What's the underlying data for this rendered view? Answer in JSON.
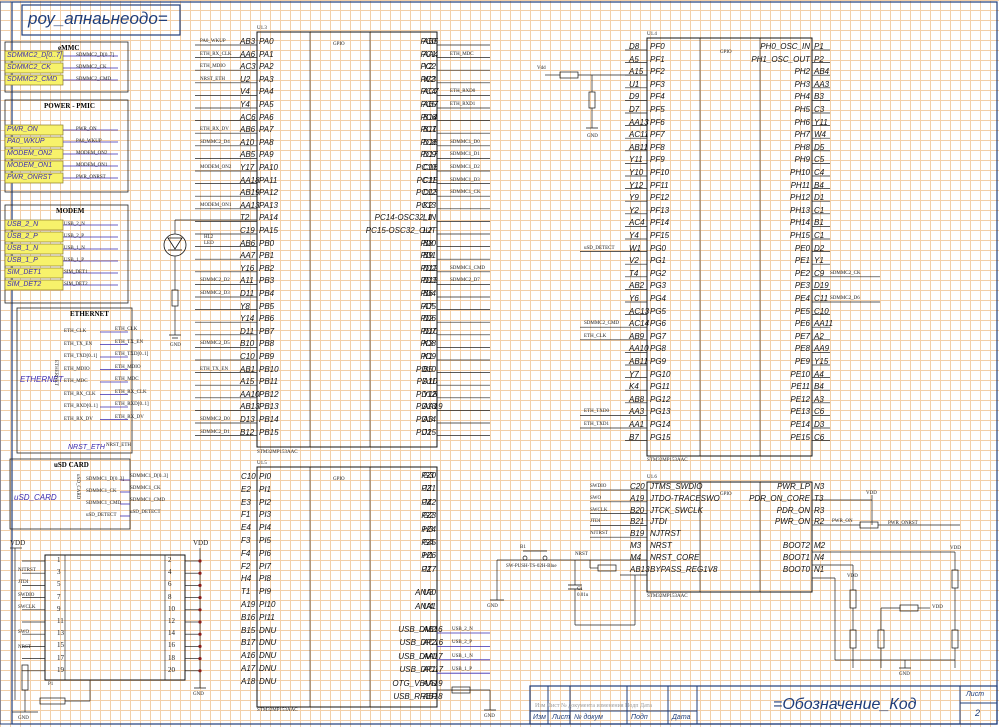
{
  "frame": {
    "top_stamp": "роу_апнаьнеодо=",
    "bottom_title": "=Обозначение_Код",
    "sheet_label": "Лист",
    "sheet_number": "2",
    "title_block_cols": [
      "Изм",
      "Лист",
      "№ докум",
      "Подп",
      "Дата"
    ],
    "title_block_faint": "Изм Лист № документа изменения Подп Дата"
  },
  "blocks": {
    "emmc": {
      "title": "eMMC",
      "ports": [
        "SDMMC2_D[0..7]",
        "SDMMC2_CK",
        "SDMMC2_CMD"
      ],
      "signals": [
        "SDMMC2_D[0..7]",
        "SDMMC2_CK",
        "SDMMC2_CMD"
      ]
    },
    "power": {
      "title": "POWER - PMIC",
      "ports": [
        "PWR_ON",
        "PA0_WKUP",
        "MODEM_ON2",
        "MODEM_ON1",
        "PWR_ONRST"
      ],
      "signals": [
        "PWR_ON",
        "PA0_WKUP",
        "MODEM_ON2",
        "MODEM_ON1",
        "PWR_ONRST"
      ]
    },
    "modem": {
      "title": "MODEM",
      "ports": [
        "USB_2_N",
        "USB_2_P",
        "USB_1_N",
        "USB_1_P",
        "SIM_DET1",
        "SIM_DET2"
      ],
      "signals": [
        "USB_2_N",
        "USB_2_P",
        "USB_1_N",
        "USB_1_P",
        "SIM_DET1",
        "SIM_DET2"
      ]
    },
    "ethernet": {
      "title": "ETHERNET",
      "port": "ETHERNET",
      "side": "ETHERNET",
      "inner": [
        "ETH_CLK",
        "ETH_TX_EN",
        "ETH_TXD[0..1]",
        "ETH_MDIO",
        "ETH_MDC",
        "ETH_RX_CLK",
        "ETH_RXD[0..1]",
        "ETH_RX_DV"
      ],
      "outer": [
        "ETH_CLK",
        "ETH_TX_EN",
        "ETH_TXD[0..1]",
        "ETH_MDIO",
        "ETH_MDC",
        "ETH_RX_CLK",
        "ETH_RXD[0..1]",
        "ETH_RX_DV"
      ],
      "nrst_port": "NRST_ETH",
      "nrst_signal": "NRST_ETH"
    },
    "usd": {
      "title": "uSD CARD",
      "port": "uSD_CARD",
      "side": "uSD_CARD",
      "inner": [
        "SDMMC1_D[0..3]",
        "SDMMC1_CK",
        "SDMMC1_CMD",
        "uSD_DETECT"
      ],
      "outer": [
        "SDMMC1_D[0..3]",
        "SDMMC1_CK",
        "SDMMC1_CMD",
        "uSD_DETECT"
      ]
    }
  },
  "u13": {
    "ref": "U1.3",
    "name": "GPIO",
    "part": "STM32MP153AAC",
    "left": [
      [
        "AB3",
        "PA0",
        "PA0_WKUP"
      ],
      [
        "AA6",
        "PA1",
        "ETH_RX_CLK"
      ],
      [
        "AC3",
        "PA2",
        "ETH_MDIO"
      ],
      [
        "U2",
        "PA3",
        "NRST_ETH"
      ],
      [
        "V4",
        "PA4",
        ""
      ],
      [
        "Y4",
        "PA5",
        ""
      ],
      [
        "AC6",
        "PA6",
        ""
      ],
      [
        "AB6",
        "PA7",
        "ETH_RX_DV"
      ],
      [
        "A10",
        "PA8",
        "SDMMC2_D4"
      ],
      [
        "AB5",
        "PA9",
        ""
      ],
      [
        "Y17",
        "PA10",
        "MODEM_ON2"
      ],
      [
        "AA18",
        "PA11",
        ""
      ],
      [
        "AB19",
        "PA12",
        ""
      ],
      [
        "AA13",
        "PA13",
        "MODEM_ON1"
      ],
      [
        "T2",
        "PA14",
        ""
      ],
      [
        "C19",
        "PA15",
        ""
      ],
      [
        "AB6",
        "PB0",
        ""
      ],
      [
        "AA7",
        "PB1",
        ""
      ],
      [
        "Y16",
        "PB2",
        ""
      ],
      [
        "A11",
        "PB3",
        "SDMMC2_D2"
      ],
      [
        "D11",
        "PB4",
        "SDMMC2_D3"
      ],
      [
        "Y8",
        "PB5",
        ""
      ],
      [
        "Y14",
        "PB6",
        ""
      ],
      [
        "D11",
        "PB7",
        ""
      ],
      [
        "B10",
        "PB8",
        "SDMMC2_D5"
      ],
      [
        "C10",
        "PB9",
        ""
      ],
      [
        "AB1",
        "PB10",
        "ETH_TX_EN"
      ],
      [
        "A15",
        "PB11",
        ""
      ],
      [
        "AA10",
        "PB12",
        ""
      ],
      [
        "AB13",
        "PB13",
        ""
      ],
      [
        "D13",
        "PB14",
        "SDMMC2_D0"
      ],
      [
        "B12",
        "PB15",
        "SDMMC2_D1"
      ]
    ],
    "right": [
      [
        "PC0",
        "AB5",
        ""
      ],
      [
        "PC1",
        "AA4",
        "ETH_MDC"
      ],
      [
        "PC2",
        "Y2",
        ""
      ],
      [
        "PC3",
        "W2",
        ""
      ],
      [
        "PC4",
        "AC7",
        "ETH_RXD0"
      ],
      [
        "PC5",
        "AB7",
        "ETH_RXD1"
      ],
      [
        "PC6",
        "B14",
        ""
      ],
      [
        "PC7",
        "B11",
        ""
      ],
      [
        "PC8",
        "D18",
        "SDMMC1_D0"
      ],
      [
        "PC9",
        "D17",
        "SDMMC1_D1"
      ],
      [
        "PC10",
        "C16",
        "SDMMC1_D2"
      ],
      [
        "PC11",
        "C15",
        "SDMMC1_D3"
      ],
      [
        "PC12",
        "D13",
        "SDMMC1_CK"
      ],
      [
        "PC13",
        "K2",
        ""
      ],
      [
        "PC14-OSC32_IN",
        "L1",
        ""
      ],
      [
        "PC15-OSC32_OUT",
        "L2",
        ""
      ],
      [
        "PD0",
        "B8",
        ""
      ],
      [
        "PD1",
        "B9",
        ""
      ],
      [
        "PD2",
        "D12",
        "SDMMC1_CMD"
      ],
      [
        "PD3",
        "D13",
        "SDMMC2_D7"
      ],
      [
        "PD4",
        "B6",
        ""
      ],
      [
        "PD5",
        "A7",
        ""
      ],
      [
        "PD6",
        "D2",
        ""
      ],
      [
        "PD7",
        "D10",
        ""
      ],
      [
        "PD8",
        "K3",
        ""
      ],
      [
        "PD9",
        "K1",
        ""
      ],
      [
        "PD10",
        "B5",
        ""
      ],
      [
        "PD11",
        "A10",
        ""
      ],
      [
        "PD12",
        "Y18",
        ""
      ],
      [
        "PD13",
        "AA19",
        ""
      ],
      [
        "PD14",
        "A3",
        ""
      ],
      [
        "PD15",
        "J2",
        ""
      ]
    ]
  },
  "u15": {
    "ref": "U1.5",
    "name": "GPIO",
    "part": "STM32MP153AAC",
    "left": [
      [
        "C10",
        "PI0"
      ],
      [
        "E2",
        "PI1"
      ],
      [
        "E3",
        "PI2"
      ],
      [
        "F1",
        "PI3"
      ],
      [
        "E4",
        "PI4"
      ],
      [
        "F3",
        "PI5"
      ],
      [
        "F4",
        "PI6"
      ],
      [
        "F2",
        "PI7"
      ],
      [
        "H4",
        "PI8"
      ],
      [
        "T1",
        "PI9"
      ],
      [
        "A19",
        "PI10"
      ],
      [
        "B16",
        "PI11"
      ],
      [
        "B15",
        "DNU"
      ],
      [
        "B17",
        "DNU"
      ],
      [
        "A16",
        "DNU"
      ],
      [
        "A17",
        "DNU"
      ],
      [
        "A18",
        "DNU"
      ]
    ],
    "right": [
      [
        "PZ0",
        "G3",
        ""
      ],
      [
        "PZ1",
        "J3",
        ""
      ],
      [
        "PZ2",
        "J4",
        ""
      ],
      [
        "PZ3",
        "G2",
        ""
      ],
      [
        "PZ4",
        "H3",
        ""
      ],
      [
        "PZ5",
        "G4",
        ""
      ],
      [
        "PZ6",
        "H1",
        ""
      ],
      [
        "PZ7",
        "J1",
        ""
      ],
      [
        "ANA0",
        "U3",
        ""
      ],
      [
        "ANA1",
        "U4",
        ""
      ],
      [
        "USB_DM2",
        "AB16",
        "USB_2_N"
      ],
      [
        "USB_DP2",
        "AC16",
        "USB_2_P"
      ],
      [
        "USB_DM1",
        "AA17",
        "USB_1_N"
      ],
      [
        "USB_DP1",
        "AC17",
        "USB_1_P"
      ],
      [
        "OTG_VBUS",
        "AA19",
        ""
      ],
      [
        "USB_RREF",
        "AB18",
        ""
      ]
    ]
  },
  "u14": {
    "ref": "U1.4",
    "name": "GPIO",
    "part": "STM32MP153AAC",
    "left": [
      [
        "D8",
        "PF0",
        ""
      ],
      [
        "A5",
        "PF1",
        ""
      ],
      [
        "A15",
        "PF2",
        ""
      ],
      [
        "U1",
        "PF3",
        ""
      ],
      [
        "D9",
        "PF4",
        ""
      ],
      [
        "D7",
        "PF5",
        ""
      ],
      [
        "AA13",
        "PF6",
        ""
      ],
      [
        "AC11",
        "PF7",
        ""
      ],
      [
        "AB11",
        "PF8",
        ""
      ],
      [
        "Y11",
        "PF9",
        ""
      ],
      [
        "Y10",
        "PF10",
        ""
      ],
      [
        "Y12",
        "PF11",
        ""
      ],
      [
        "Y9",
        "PF12",
        ""
      ],
      [
        "Y2",
        "PF13",
        ""
      ],
      [
        "AC4",
        "PF14",
        ""
      ],
      [
        "Y4",
        "PF15",
        ""
      ],
      [
        "W1",
        "PG0",
        "uSD_DETECT"
      ],
      [
        "V2",
        "PG1",
        ""
      ],
      [
        "T4",
        "PG2",
        ""
      ],
      [
        "AB2",
        "PG3",
        ""
      ],
      [
        "Y6",
        "PG4",
        ""
      ],
      [
        "AC13",
        "PG5",
        ""
      ],
      [
        "AC14",
        "PG6",
        "SDMMC2_CMD"
      ],
      [
        "AB9",
        "PG7",
        "ETH_CLK"
      ],
      [
        "AA10",
        "PG8",
        ""
      ],
      [
        "AB11",
        "PG9",
        ""
      ],
      [
        "Y7",
        "PG10",
        ""
      ],
      [
        "K4",
        "PG11",
        ""
      ],
      [
        "AB8",
        "PG12",
        ""
      ],
      [
        "AA3",
        "PG13",
        "ETH_TXD0"
      ],
      [
        "AA1",
        "PG14",
        "ETH_TXD1"
      ],
      [
        "B7",
        "PG15",
        ""
      ]
    ],
    "right": [
      [
        "PH0_OSC_IN",
        "P1",
        ""
      ],
      [
        "PH1_OSC_OUT",
        "P2",
        ""
      ],
      [
        "PH2",
        "AB4",
        ""
      ],
      [
        "PH3",
        "AA3",
        ""
      ],
      [
        "PH4",
        "B3",
        ""
      ],
      [
        "PH5",
        "C3",
        ""
      ],
      [
        "PH6",
        "Y11",
        ""
      ],
      [
        "PH7",
        "W4",
        ""
      ],
      [
        "PH8",
        "D5",
        ""
      ],
      [
        "PH9",
        "C5",
        ""
      ],
      [
        "PH10",
        "C4",
        ""
      ],
      [
        "PH11",
        "B4",
        ""
      ],
      [
        "PH12",
        "D1",
        ""
      ],
      [
        "PH13",
        "C1",
        ""
      ],
      [
        "PH14",
        "B1",
        ""
      ],
      [
        "PH15",
        "C1",
        ""
      ],
      [
        "PE0",
        "D2",
        ""
      ],
      [
        "PE1",
        "Y1",
        ""
      ],
      [
        "PE2",
        "C9",
        "SDMMC2_CK"
      ],
      [
        "PE3",
        "D19",
        ""
      ],
      [
        "PE4",
        "C11",
        "SDMMC2_D6"
      ],
      [
        "PE5",
        "C10",
        ""
      ],
      [
        "PE6",
        "AA11",
        ""
      ],
      [
        "PE7",
        "A2",
        ""
      ],
      [
        "PE8",
        "AA9",
        ""
      ],
      [
        "PE9",
        "Y15",
        ""
      ],
      [
        "PE10",
        "A4",
        ""
      ],
      [
        "PE11",
        "B4",
        ""
      ],
      [
        "PE12",
        "A3",
        ""
      ],
      [
        "PE13",
        "C6",
        ""
      ],
      [
        "PE14",
        "D3",
        ""
      ],
      [
        "PE15",
        "C6",
        ""
      ]
    ]
  },
  "u16": {
    "ref": "U1.6",
    "name": "GPIO",
    "part": "STM32MP153AAC",
    "left": [
      [
        "SWDIO",
        "C20",
        "JTMS_SWDIO"
      ],
      [
        "SWO",
        "A19",
        "JTDO-TRACESWO"
      ],
      [
        "SWCLK",
        "B20",
        "JTCK_SWCLK"
      ],
      [
        "JTDI",
        "B21",
        "JTDI"
      ],
      [
        "NJTRST",
        "B19",
        "NJTRST"
      ],
      [
        "",
        "M3",
        "NRST"
      ],
      [
        "",
        "M4",
        "NRST_CORE"
      ],
      [
        "",
        "AB13",
        "BYPASS_REG1V8"
      ]
    ],
    "right": [
      [
        "PWR_LP",
        "N3",
        ""
      ],
      [
        "PDR_ON_CORE",
        "T3",
        ""
      ],
      [
        "PDR_ON",
        "R3",
        ""
      ],
      [
        "PWR_ON",
        "R2",
        "PWR_ON"
      ],
      [
        "BOOT2",
        "M2",
        ""
      ],
      [
        "BOOT1",
        "N4",
        ""
      ],
      [
        "BOOT0",
        "N1",
        ""
      ]
    ]
  },
  "misc": {
    "vdd": "VDD",
    "gnd": "GND",
    "vdd_small": "Vdd",
    "led_ref": "HL2",
    "led_type": "LED",
    "button_ref": "B1",
    "button_part": "SW-PUSH-TS-02H-Blue",
    "nrst_net": "NRST",
    "cap_ref": "C1",
    "cap_val": "0.01u",
    "pwr_onrst": "PWR_ONRST",
    "vdd_right": "VDD",
    "connector": {
      "left_pins": [
        "1",
        "3",
        "5",
        "7",
        "9",
        "11",
        "13",
        "15",
        "17",
        "19"
      ],
      "right_pins": [
        "2",
        "4",
        "6",
        "8",
        "10",
        "12",
        "14",
        "16",
        "18",
        "20"
      ],
      "signals": [
        "NJTRST",
        "JTDI",
        "SWDIO",
        "SWCLK",
        "SWO",
        "NRST"
      ],
      "vdd": "VDD",
      "ref": "P1"
    }
  }
}
